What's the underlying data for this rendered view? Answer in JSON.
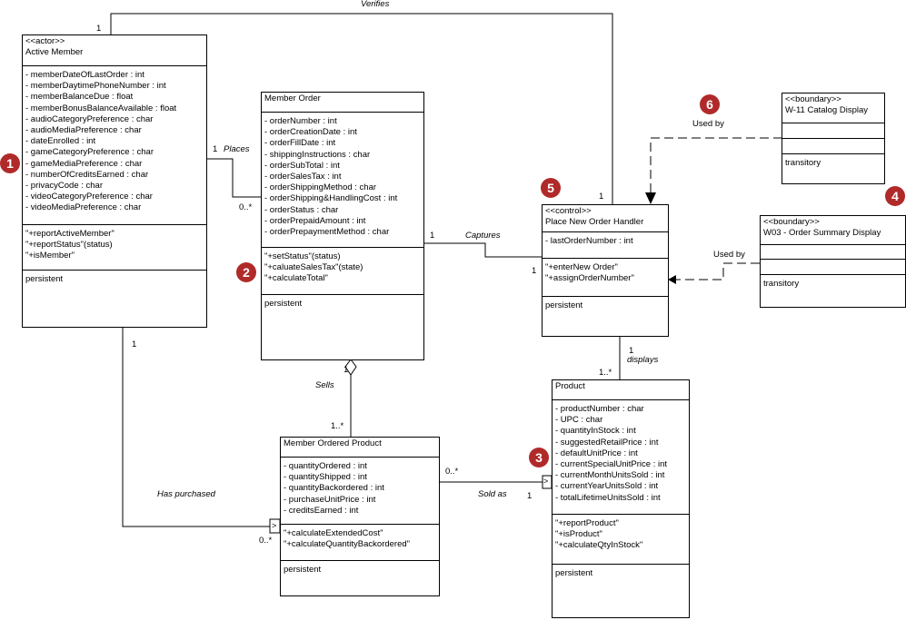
{
  "classes": {
    "active_member": {
      "stereotype": "<<actor>>",
      "name": "Active Member",
      "attributes": [
        "- memberDateOfLastOrder : int",
        "- memberDaytimePhoneNumber : int",
        "- memberBalanceDue : float",
        "- memberBonusBalanceAvailable : float",
        "- audioCategoryPreference : char",
        "- audioMediaPreference : char",
        "- dateEnrolled : int",
        "- gameCategoryPreference : char",
        "- gameMediaPreference : char",
        "- numberOfCreditsEarned : char",
        "- privacyCode : char",
        "- videoCategoryPreference : char",
        "- videoMediaPreference : char"
      ],
      "operations": [
        "\"+reportActiveMember\"",
        "\"+reportStatus\"(status)",
        "\"+isMember\""
      ],
      "persistence": "persistent"
    },
    "member_order": {
      "name": "Member Order",
      "attributes": [
        "- orderNumber : int",
        "- orderCreationDate : int",
        "- orderFillDate : int",
        "- shippingInstructions : char",
        "- orderSubTotal : int",
        "- orderSalesTax : int",
        "- orderShippingMethod : char",
        "- orderShipping&HandlingCost : int",
        "- orderStatus : char",
        "- orderPrepaidAmount : int",
        "- orderPrepaymentMethod : char"
      ],
      "operations": [
        "\"+setStatus\"(status)",
        "\"+caluateSalesTax\"(state)",
        "\"+calculateTotal\""
      ],
      "persistence": "persistent"
    },
    "place_new_order_handler": {
      "stereotype": "<<control>>",
      "name": "Place New Order Handler",
      "attributes": [
        "- lastOrderNumber : int"
      ],
      "operations": [
        "\"+enterNew Order\"",
        "\"+assignOrderNumber\""
      ],
      "persistence": "persistent"
    },
    "catalog_display": {
      "stereotype": "<<boundary>>",
      "name": "W-11 Catalog Display",
      "persistence": "transitory"
    },
    "order_summary_display": {
      "stereotype": "<<boundary>>",
      "name": "W03 - Order Summary Display",
      "persistence": "transitory"
    },
    "member_ordered_product": {
      "name": "Member Ordered Product",
      "attributes": [
        "- quantityOrdered : int",
        "- quantityShipped : int",
        "- quantityBackordered : int",
        "- purchaseUnitPrice : int",
        "- creditsEarned : int"
      ],
      "operations": [
        "\"+calculateExtendedCost\"",
        "\"+calculateQuantityBackordered\""
      ],
      "persistence": "persistent"
    },
    "product": {
      "name": "Product",
      "attributes": [
        "- productNumber : char",
        "- UPC : char",
        "- quantityInStock : int",
        "- suggestedRetailPrice : int",
        "- defaultUnitPrice : int",
        "- currentSpecialUnitPrice : int",
        "- currentMonthUnitsSold : int",
        "- currentYearUnitsSold : int",
        "- totalLifetimeUnitsSold : int"
      ],
      "operations": [
        "\"+reportProduct\"",
        "\"+isProduct\"",
        "\"+calculateQtyInStock\""
      ],
      "persistence": "persistent"
    }
  },
  "associations": {
    "verifies": {
      "label": "Verifies",
      "mult_a": "1",
      "mult_b": "1"
    },
    "places": {
      "label": "Places",
      "mult_a": "1",
      "mult_b": "0..*"
    },
    "captures": {
      "label": "Captures",
      "mult_a": "1",
      "mult_b": "1"
    },
    "displays": {
      "label": "displays",
      "mult_a": "1",
      "mult_b": "1..*"
    },
    "sells": {
      "label": "Sells",
      "mult_a": "1",
      "mult_b": "1..*"
    },
    "sold_as": {
      "label": "Sold as",
      "mult_a": "0..*",
      "mult_b": "1"
    },
    "has_purchased": {
      "label": "Has purchased",
      "mult_a": "1",
      "mult_b": "0..*"
    },
    "used_by_catalog": {
      "label": "Used by"
    },
    "used_by_summary": {
      "label": "Used by"
    },
    "navigability_arrow": ">"
  },
  "callouts": [
    "1",
    "2",
    "3",
    "4",
    "5",
    "6"
  ],
  "colors": {
    "callout": "#b02a2a",
    "line": "#000000",
    "background": "#ffffff"
  }
}
